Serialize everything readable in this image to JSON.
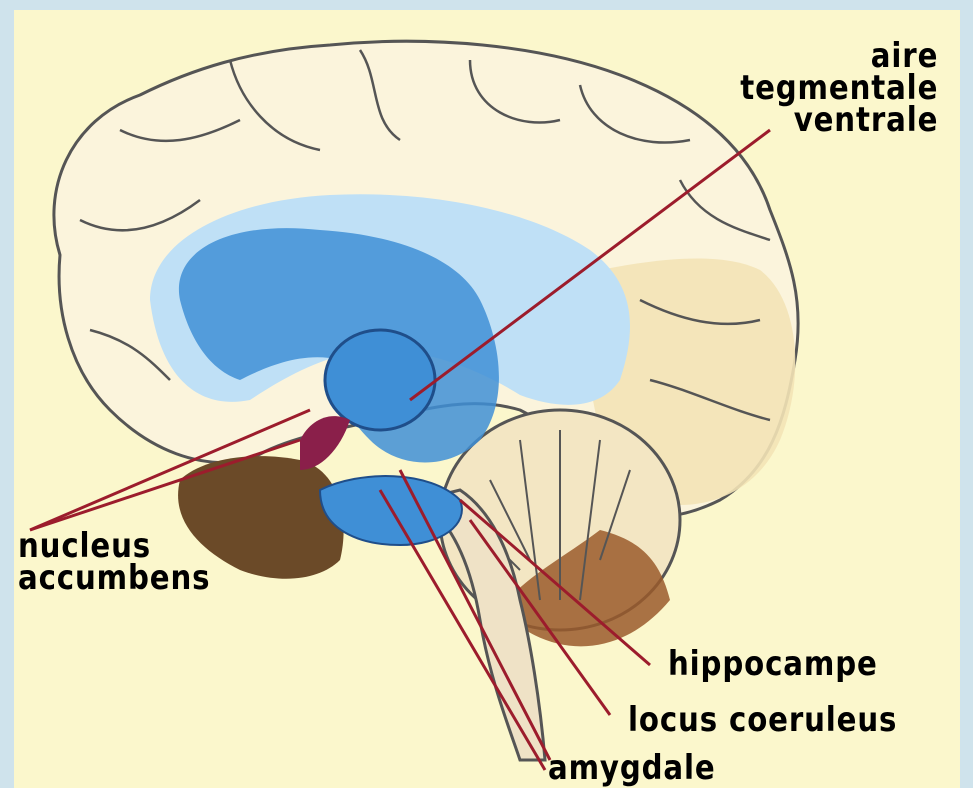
{
  "labels": {
    "vta": "aire\ntegmentale\nventrale",
    "nucleus": "nucleus\naccumbens",
    "hippocampe": "hippocampe",
    "locus": "locus coeruleus",
    "amygdale": "amygdale"
  },
  "colors": {
    "background": "#fbf7cc",
    "border": "#cfe3ec",
    "cortex": "#fbf4dc",
    "ventricle": "#3f8fd6",
    "light_blue": "#bfe0f6",
    "pointer": "#9c1c2c",
    "cerebellum": "#f3e6c3",
    "brainstem": "#efe2c6",
    "temporal_dark": "#6b4a28"
  }
}
